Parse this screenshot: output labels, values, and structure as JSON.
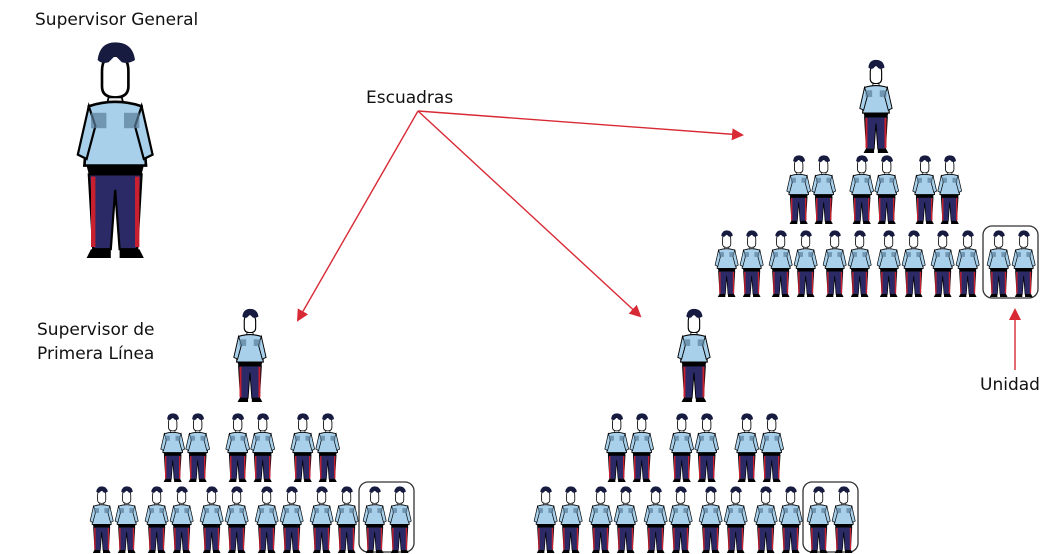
{
  "labels": {
    "supervisor_general": "Supervisor General",
    "escuadras": "Escuadras",
    "supervisor_primera_linea_line1": "Supervisor de",
    "supervisor_primera_linea_line2": "Primera Línea",
    "unidad": "Unidad"
  },
  "colors": {
    "arrow": "#d82a35",
    "uniform_shirt": "#a8d0ea",
    "uniform_pants": "#2b2a66",
    "stripe": "#c8202e",
    "outline": "#000000"
  },
  "icons": {
    "supervisor_general": "guard-icon",
    "soldier": "guard-icon"
  }
}
